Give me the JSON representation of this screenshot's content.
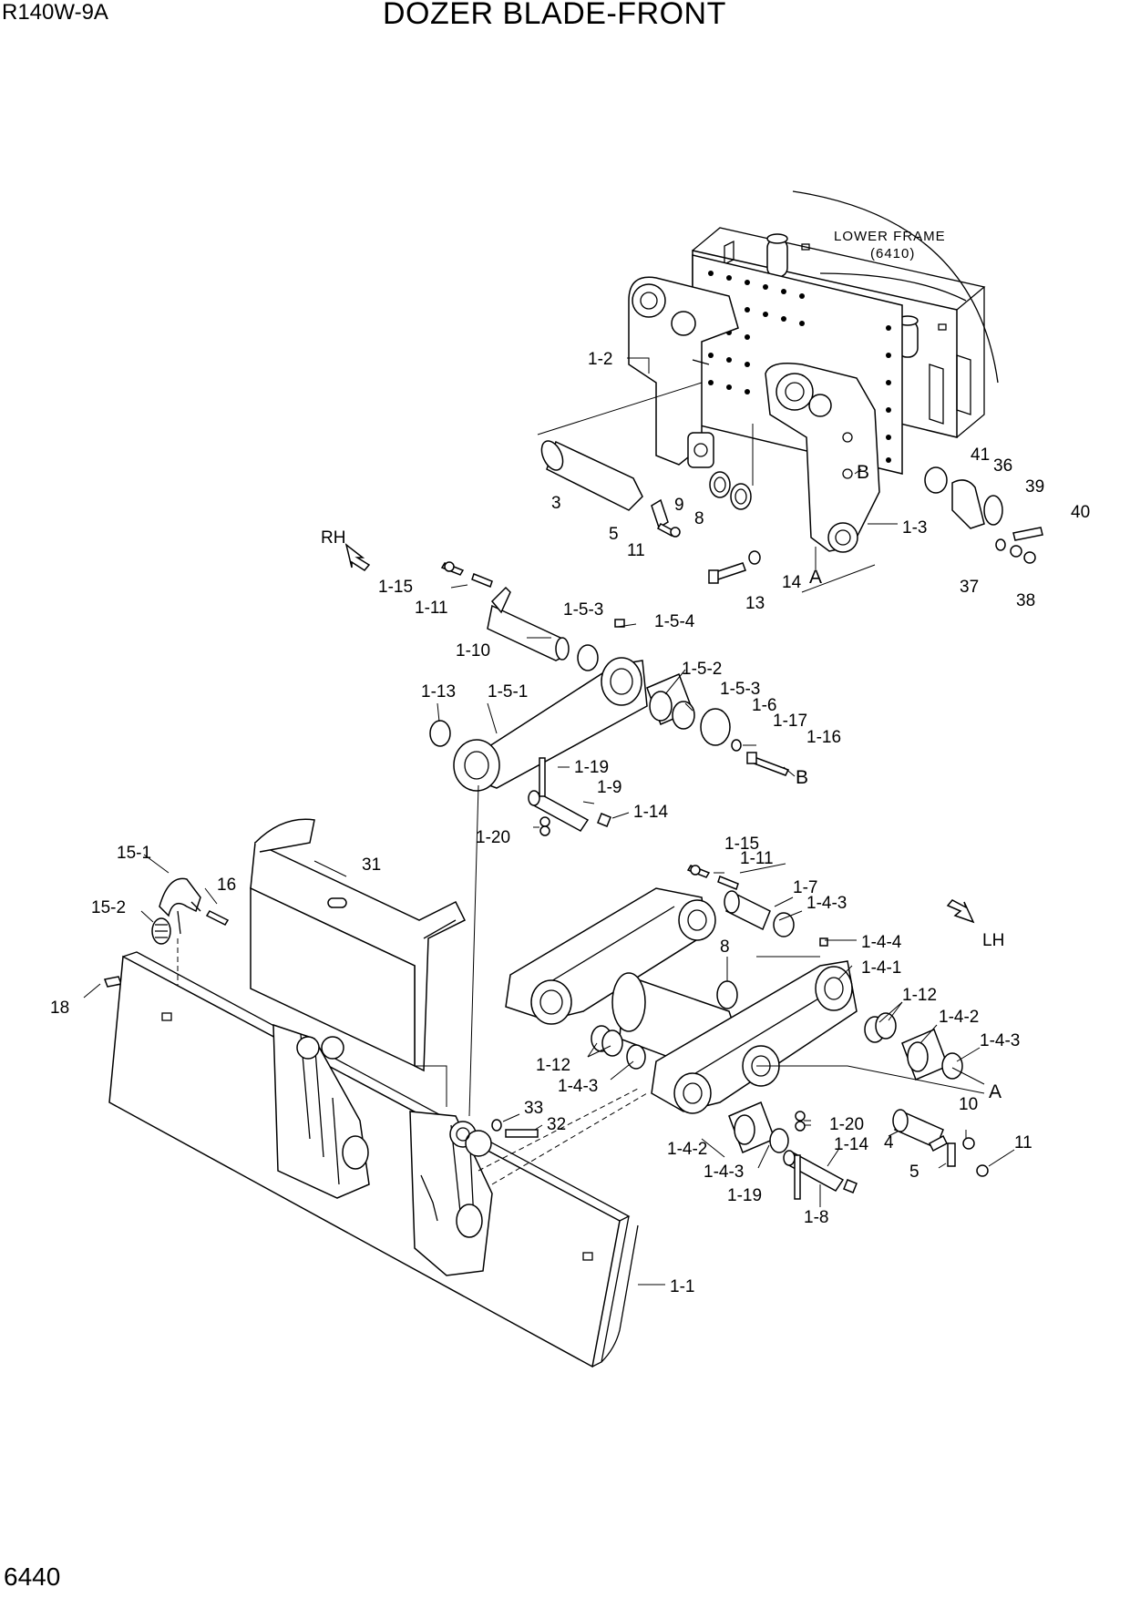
{
  "header": {
    "model": "R140W-9A",
    "title": "DOZER BLADE-FRONT",
    "page_number": "6440"
  },
  "notes": {
    "lower_frame_l1": "LOWER FRAME",
    "lower_frame_l2": "(6410)",
    "rh": "RH",
    "lh": "LH"
  },
  "callouts": {
    "c1_2": "1-2",
    "c3": "3",
    "c9": "9",
    "c8a": "8",
    "c5a": "5",
    "c11a": "11",
    "c41": "41",
    "c36": "36",
    "c39": "39",
    "c40": "40",
    "cB1": "B",
    "c1_3": "1-3",
    "c37": "37",
    "c38": "38",
    "c14": "14",
    "c13": "13",
    "cA1": "A",
    "c1_15a": "1-15",
    "c1_11a": "1-11",
    "c1_10": "1-10",
    "c1_5_3a": "1-5-3",
    "c1_5_4": "1-5-4",
    "c1_13": "1-13",
    "c1_5_1": "1-5-1",
    "c1_5_2": "1-5-2",
    "c1_5_3b": "1-5-3",
    "c1_6": "1-6",
    "c1_17": "1-17",
    "c1_16": "1-16",
    "cB2": "B",
    "c1_19a": "1-19",
    "c1_9": "1-9",
    "c1_14a": "1-14",
    "c1_20a": "1-20",
    "c15_1": "15-1",
    "c16": "16",
    "c15_2": "15-2",
    "c31": "31",
    "c18": "18",
    "c1_15b": "1-15",
    "c1_11b": "1-11",
    "c1_7": "1-7",
    "c1_4_3a": "1-4-3",
    "c1_4_4": "1-4-4",
    "c8b": "8",
    "c1_4_1": "1-4-1",
    "c1_12a": "1-12",
    "c1_4_2a": "1-4-2",
    "c1_4_3b": "1-4-3",
    "cA2": "A",
    "c1_12b": "1-12",
    "c1_4_3c": "1-4-3",
    "c33": "33",
    "c32": "32",
    "c10": "10",
    "c1_20b": "1-20",
    "c1_14b": "1-14",
    "c4": "4",
    "c11b": "11",
    "c5b": "5",
    "c1_4_2b": "1-4-2",
    "c1_4_3d": "1-4-3",
    "c1_19b": "1-19",
    "c1_8": "1-8",
    "c1_1": "1-1"
  }
}
